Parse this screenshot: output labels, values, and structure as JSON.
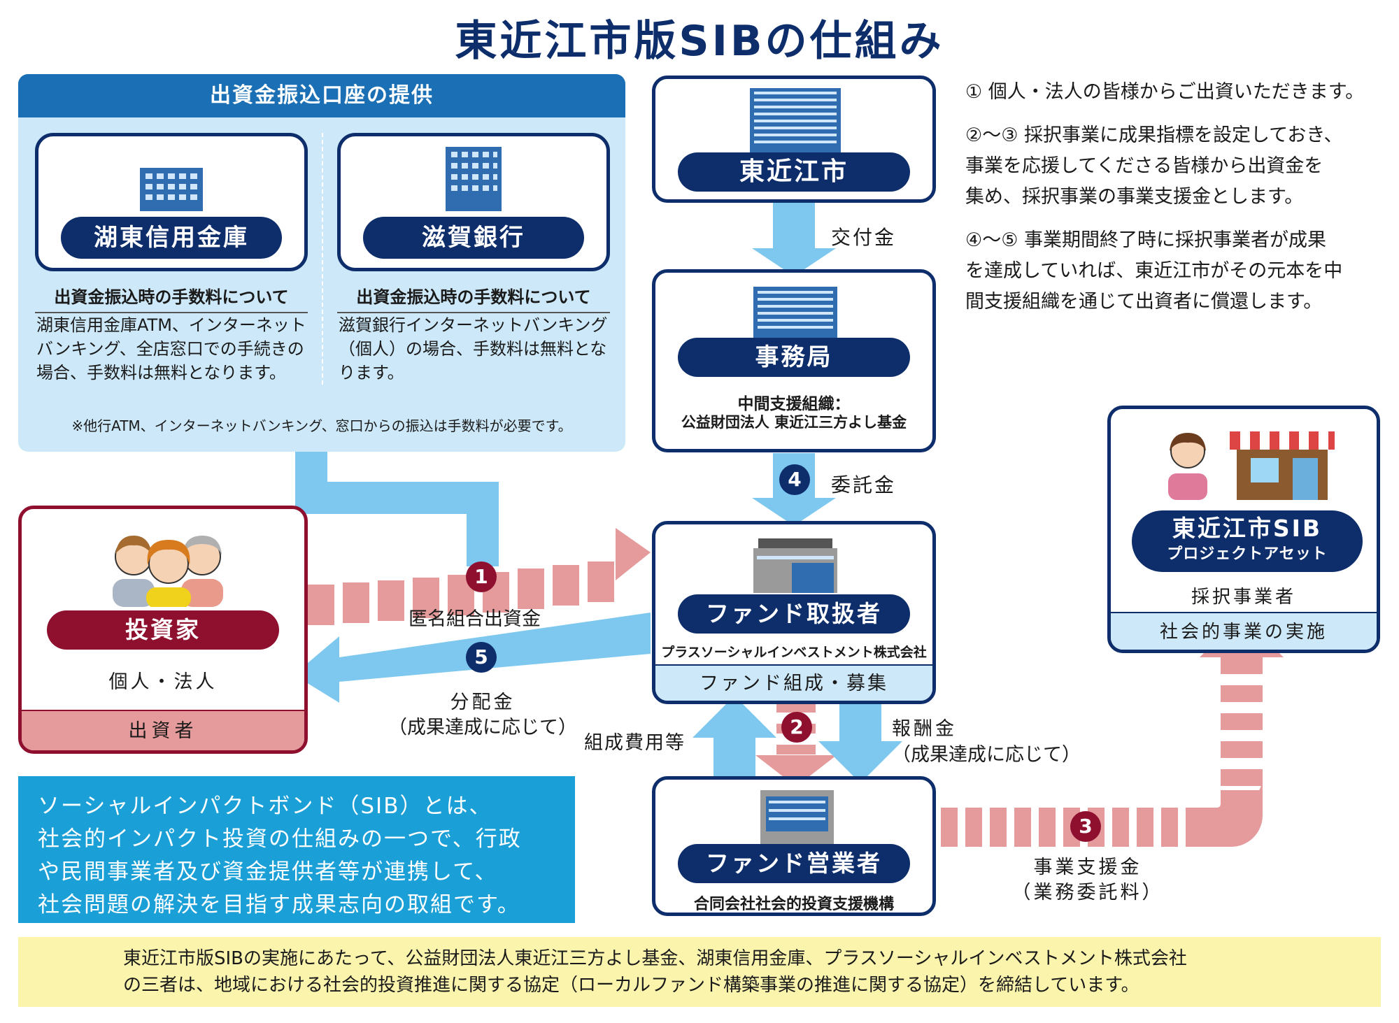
{
  "title": "東近江市版SIBの仕組み",
  "bank_panel": {
    "header": "出資金振込口座の提供",
    "banks": [
      {
        "name": "湖東信用金庫",
        "fee_title": "出資金振込時の手数料について",
        "fee_lines": [
          "湖東信用金庫ATM、インターネット",
          "バンキング、全店窓口での手続きの",
          "場合、手数料は無料となります。"
        ]
      },
      {
        "name": "滋賀銀行",
        "fee_title": "出資金振込時の手数料について",
        "fee_lines": [
          "滋賀銀行インターネットバンキング",
          "（個人）の場合、手数料は無料とな",
          "ります。"
        ]
      }
    ],
    "note": "※他行ATM、インターネットバンキング、窓口からの振込は手数料が必要です。"
  },
  "city": {
    "name": "東近江市"
  },
  "office": {
    "name": "事務局",
    "sub1": "中間支援組織：",
    "sub2": "公益財団法人 東近江三方よし基金"
  },
  "handler": {
    "name": "ファンド取扱者",
    "company": "プラスソーシャルインベストメント株式会社",
    "band": "ファンド組成・募集"
  },
  "operator": {
    "name": "ファンド営業者",
    "company": "合同会社社会的投資支援機構"
  },
  "investor": {
    "name": "投資家",
    "sub": "個人・法人",
    "band": "出資者"
  },
  "project": {
    "name1": "東近江市SIB",
    "name2": "プロジェクトアセット",
    "sub": "採択事業者",
    "band": "社会的事業の実施"
  },
  "flows": {
    "grant": "交付金",
    "entrust_num": "4",
    "entrust": "委託金",
    "investment_num": "1",
    "investment": "匿名組合出資金",
    "dividend_num": "5",
    "dividend": "分配金",
    "dividend_sub": "（成果達成に応じて）",
    "setup_cost": "組成費用等",
    "flow2_num": "2",
    "reward": "報酬金",
    "reward_sub": "（成果達成に応じて）",
    "support_num": "3",
    "support": "事業支援金",
    "support_sub": "（業務委託料）"
  },
  "explanations": [
    [
      "① 個人・法人の皆様からご出資いただきます。"
    ],
    [
      "②～③ 採択事業に成果指標を設定しておき、",
      "事業を応援してくださる皆様から出資金を",
      "集め、採択事業の事業支援金とします。"
    ],
    [
      "④～⑤ 事業期間終了時に採択事業者が成果",
      "を達成していれば、東近江市がその元本を中",
      "間支援組織を通じて出資者に償還します。"
    ]
  ],
  "sib_definition": [
    "ソーシャルインパクトボンド（SIB）とは、",
    "社会的インパクト投資の仕組みの一つで、行政",
    "や民間事業者及び資金提供者等が連携して、",
    "社会問題の解決を目指す成果志向の取組です。"
  ],
  "footer": [
    "東近江市版SIBの実施にあたって、公益財団法人東近江三方よし基金、湖東信用金庫、プラスソーシャルインベストメント株式会社",
    "の三者は、地域における社会的投資推進に関する協定（ローカルファンド構築事業の推進に関する協定）を締結しています。"
  ],
  "colors": {
    "navy": "#0d2d6b",
    "maroon": "#8f0f2f",
    "light_blue": "#cde8f8",
    "arrow_blue": "#7ec8f0",
    "arrow_pink": "#e59b9b",
    "cyan": "#1a9fd6",
    "yellow": "#fbf4ad"
  }
}
